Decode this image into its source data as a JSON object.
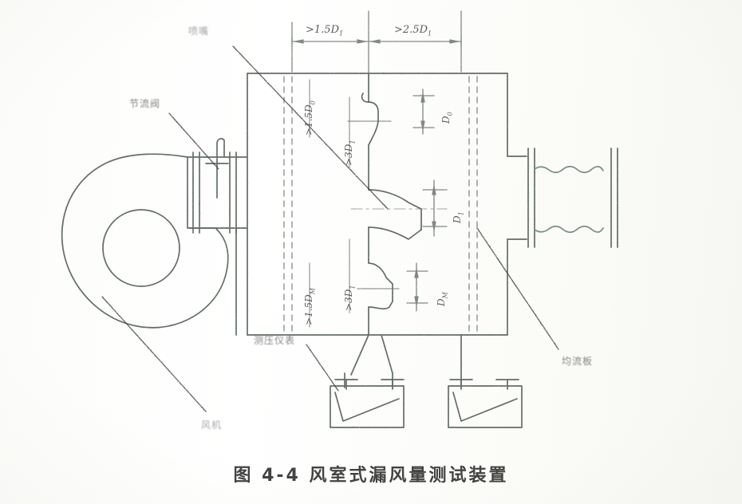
{
  "figure": {
    "caption_number": "图 4-4",
    "caption_title": "风室式漏风量测试装置",
    "caption_full": "图 4-4   风室式漏风量测试装置"
  },
  "colors": {
    "ink": "#4a544e",
    "ink_dark": "#363f3a",
    "paper": "#fdfdfb",
    "text": "#3a3a3a",
    "teal_tint": "#6f8f85"
  },
  "dimensions": {
    "top": [
      {
        "id": "top-left-span",
        "text": ">1.5D",
        "sub": "1"
      },
      {
        "id": "top-right-span",
        "text": ">2.5D",
        "sub": "1"
      }
    ],
    "vertical_left": [
      {
        "id": "left-upper",
        "text": ">1.5D",
        "sub": "0"
      },
      {
        "id": "left-lower",
        "text": ">1.5D",
        "sub": "M"
      }
    ],
    "vertical_mid": [
      {
        "id": "mid-upper",
        "text": ">3D",
        "sub": "1"
      },
      {
        "id": "mid-lower",
        "text": ">3D",
        "sub": "1"
      }
    ],
    "nozzle_diameters": [
      {
        "id": "nozzle-top-dia",
        "text": "D",
        "sub": "0"
      },
      {
        "id": "nozzle-mid-dia",
        "text": "D",
        "sub": "1"
      },
      {
        "id": "nozzle-bot-dia",
        "text": "D",
        "sub": "M"
      }
    ]
  },
  "annotations": [
    {
      "id": "label-nozzle",
      "text": "喷嘴",
      "meaning": "nozzle"
    },
    {
      "id": "label-throttle",
      "text": "节流阀",
      "meaning": "throttle-valve"
    },
    {
      "id": "label-manometer",
      "text": "测压仪表",
      "meaning": "pressure-gauge"
    },
    {
      "id": "label-straightener",
      "text": "均流板",
      "meaning": "flow-straightener-plate"
    },
    {
      "id": "label-fan",
      "text": "风机",
      "meaning": "fan"
    }
  ],
  "components": {
    "fan": "centrifugal-fan",
    "duct": "connecting-duct",
    "damper": "throttle-damper",
    "chamber": "test-chamber",
    "screens": "flow-straightening-screens",
    "nozzles": "three-bellmouth-nozzles",
    "manometers": "two-inclined-manometers",
    "outlet": "flexible-duct-connector"
  }
}
